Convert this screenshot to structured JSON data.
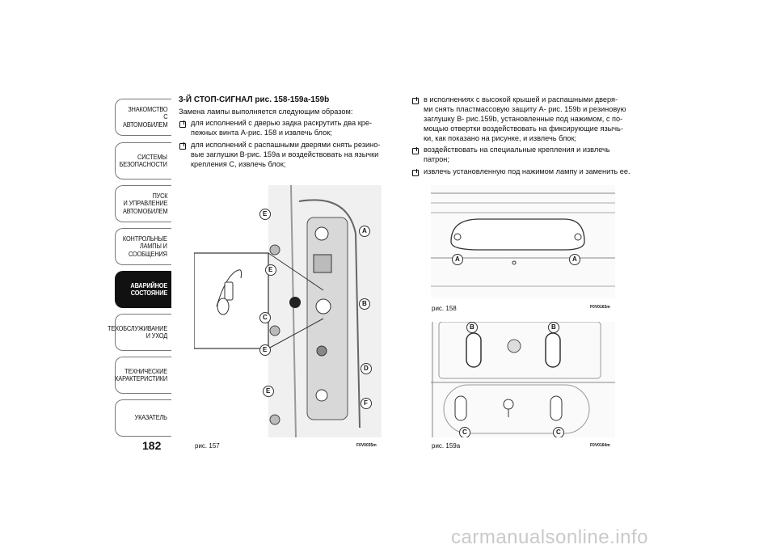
{
  "sidebar": {
    "tabs": [
      {
        "label": "ЗНАКОМСТВО С\nАВТОМОБИЛЕМ",
        "active": false
      },
      {
        "label": "СИСТЕМЫ\nБЕЗОПАСНОСТИ",
        "active": false
      },
      {
        "label": "ПУСК\nИ УПРАВЛЕНИЕ\nАВТОМОБИЛЕМ",
        "active": false
      },
      {
        "label": "КОНТРОЛЬНЫЕ\nЛАМПЫ И\nСООБЩЕНИЯ",
        "active": false
      },
      {
        "label": "АВАРИЙНОЕ\nСОСТОЯНИЕ",
        "active": true
      },
      {
        "label": "ТЕХОБСЛУЖИВАНИЕ\nИ УХОД",
        "active": false
      },
      {
        "label": "ТЕХНИЧЕСКИЕ\nХАРАКТЕРИСТИКИ",
        "active": false
      },
      {
        "label": "УКАЗАТЕЛЬ",
        "active": false
      }
    ],
    "page_number": "182"
  },
  "content": {
    "heading": "3-Й СТОП-СИГНАЛ рис. 158-159a-159b",
    "intro": "Замена лампы выполняется следующим образом:",
    "left_bullets": [
      [
        "для исполнений с дверью задка раскрутить два кре-",
        "пежных винта А-рис. 158 и извлечь блок;"
      ],
      [
        "для исполнений с распашными дверями снять резино-",
        "вые заглушки B-рис. 159a и воздействовать на язычки",
        "крепления C, извлечь блок;"
      ]
    ],
    "right_bullets": [
      [
        "в исполнениях с высокой крышей и распашными дверя-",
        "ми снять пластмассовую защиту А- рис. 159b и резиновую",
        "заглушку В- рис.159b, установленные под нажимом, с по-",
        "мощью отвертки воздействовать на фиксирующие язычь-",
        "ки, как показано на рисунке, и извлечь блок;"
      ],
      [
        "воздействовать на специальные крепления и извлечь",
        "патрон;"
      ],
      [
        "извлечь установленную под нажимом лампу и заменить ее."
      ]
    ]
  },
  "figures": {
    "fig157": {
      "caption": "рис. 157",
      "code": "F0V0035m",
      "markers": [
        "E",
        "A",
        "E",
        "B",
        "C",
        "E",
        "D",
        "E",
        "F"
      ]
    },
    "fig158": {
      "caption": "рис. 158",
      "code": "F0V0163m",
      "markers": [
        "A",
        "A"
      ]
    },
    "fig159a": {
      "caption": "рис. 159a",
      "code": "F0V0164m",
      "markers": [
        "B",
        "B",
        "C",
        "C"
      ]
    }
  },
  "watermark": "carmanualsonline.info"
}
